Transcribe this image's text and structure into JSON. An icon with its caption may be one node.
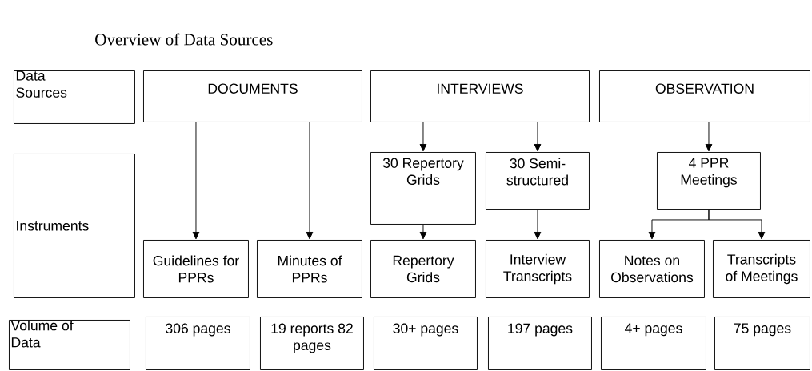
{
  "diagram": {
    "title": "Overview of Data Sources",
    "nodes": [
      {
        "text": [
          "Data Sources"
        ]
      },
      {
        "text": [
          "DOCUMENTS"
        ]
      },
      {
        "text": [
          "INTERVIEWS"
        ]
      },
      {
        "text": [
          "OBSERVATION"
        ]
      },
      {
        "text": [
          "Instruments"
        ]
      },
      {
        "text": [
          "30 Repertory Grids"
        ]
      },
      {
        "text": [
          "30 Semi-structured"
        ]
      },
      {
        "text": [
          "4 PPR Meetings"
        ]
      },
      {
        "text": [
          "Guidelines for PPRs"
        ]
      },
      {
        "text": [
          "Minutes of PPRs"
        ]
      },
      {
        "text": [
          "Repertory Grids"
        ]
      },
      {
        "text": [
          "Interview Transcripts"
        ]
      },
      {
        "text": [
          "Notes on Observations"
        ]
      },
      {
        "text": [
          "Transcripts of Meetings"
        ]
      },
      {
        "text": [
          "Volume of Data"
        ]
      },
      {
        "text": [
          "306 pages"
        ]
      },
      {
        "text": [
          "19 reports 82 pages"
        ]
      },
      {
        "text": [
          "30+ pages"
        ]
      },
      {
        "text": [
          "197 pages"
        ]
      },
      {
        "text": [
          "4+ pages"
        ]
      },
      {
        "text": [
          "75 pages"
        ]
      }
    ],
    "edges": [
      {
        "from": 1,
        "to": 8,
        "arrow": "to"
      },
      {
        "from": 1,
        "to": 9,
        "arrow": "to"
      },
      {
        "from": 2,
        "to": 5,
        "arrow": "to"
      },
      {
        "from": 2,
        "to": 6,
        "arrow": "to"
      },
      {
        "from": 3,
        "to": 7,
        "arrow": "to"
      },
      {
        "from": 5,
        "to": 10,
        "arrow": "to"
      },
      {
        "from": 6,
        "to": 11,
        "arrow": "to"
      },
      {
        "from": 7,
        "to": 12,
        "arrow": "to"
      },
      {
        "from": 7,
        "to": 13,
        "arrow": "to"
      }
    ]
  }
}
